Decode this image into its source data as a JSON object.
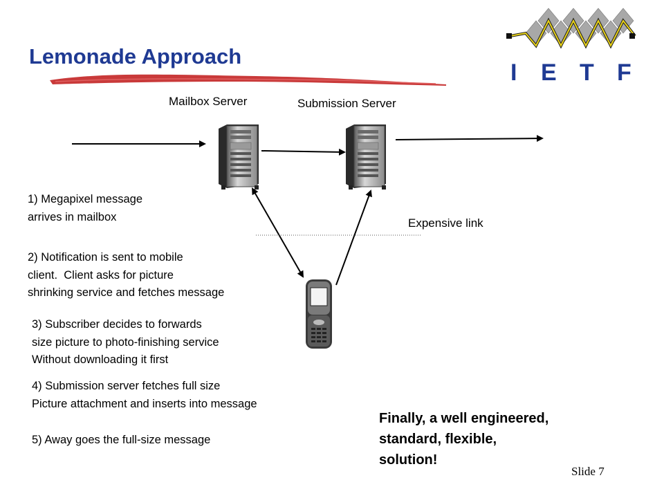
{
  "slide": {
    "title": "Lemonade Approach",
    "slide_number": "Slide 7"
  },
  "logo": {
    "letters": [
      "I",
      "E",
      "T",
      "F"
    ],
    "colors": {
      "letters": "#1f3a93",
      "wave": "#e8d21a",
      "grid": "#9a9a9a"
    }
  },
  "diagram": {
    "mailbox_server_label": "Mailbox Server",
    "submission_server_label": "Submission Server",
    "expensive_link_label": "Expensive link"
  },
  "steps": [
    "1) Megapixel message\narrives in mailbox",
    "2) Notification is sent to mobile\nclient.  Client asks for picture\nshrinking service and fetches message",
    "3) Subscriber decides to forwards\nsize picture to photo-finishing service\nWithout downloading it first",
    "4) Submission server fetches full size\nPicture attachment and inserts into message",
    "5) Away goes the full-size message"
  ],
  "conclusion": "Finally, a well engineered,\nstandard, flexible,\nsolution!",
  "colors": {
    "title": "#1f3a93",
    "swoosh": "#c01818"
  }
}
